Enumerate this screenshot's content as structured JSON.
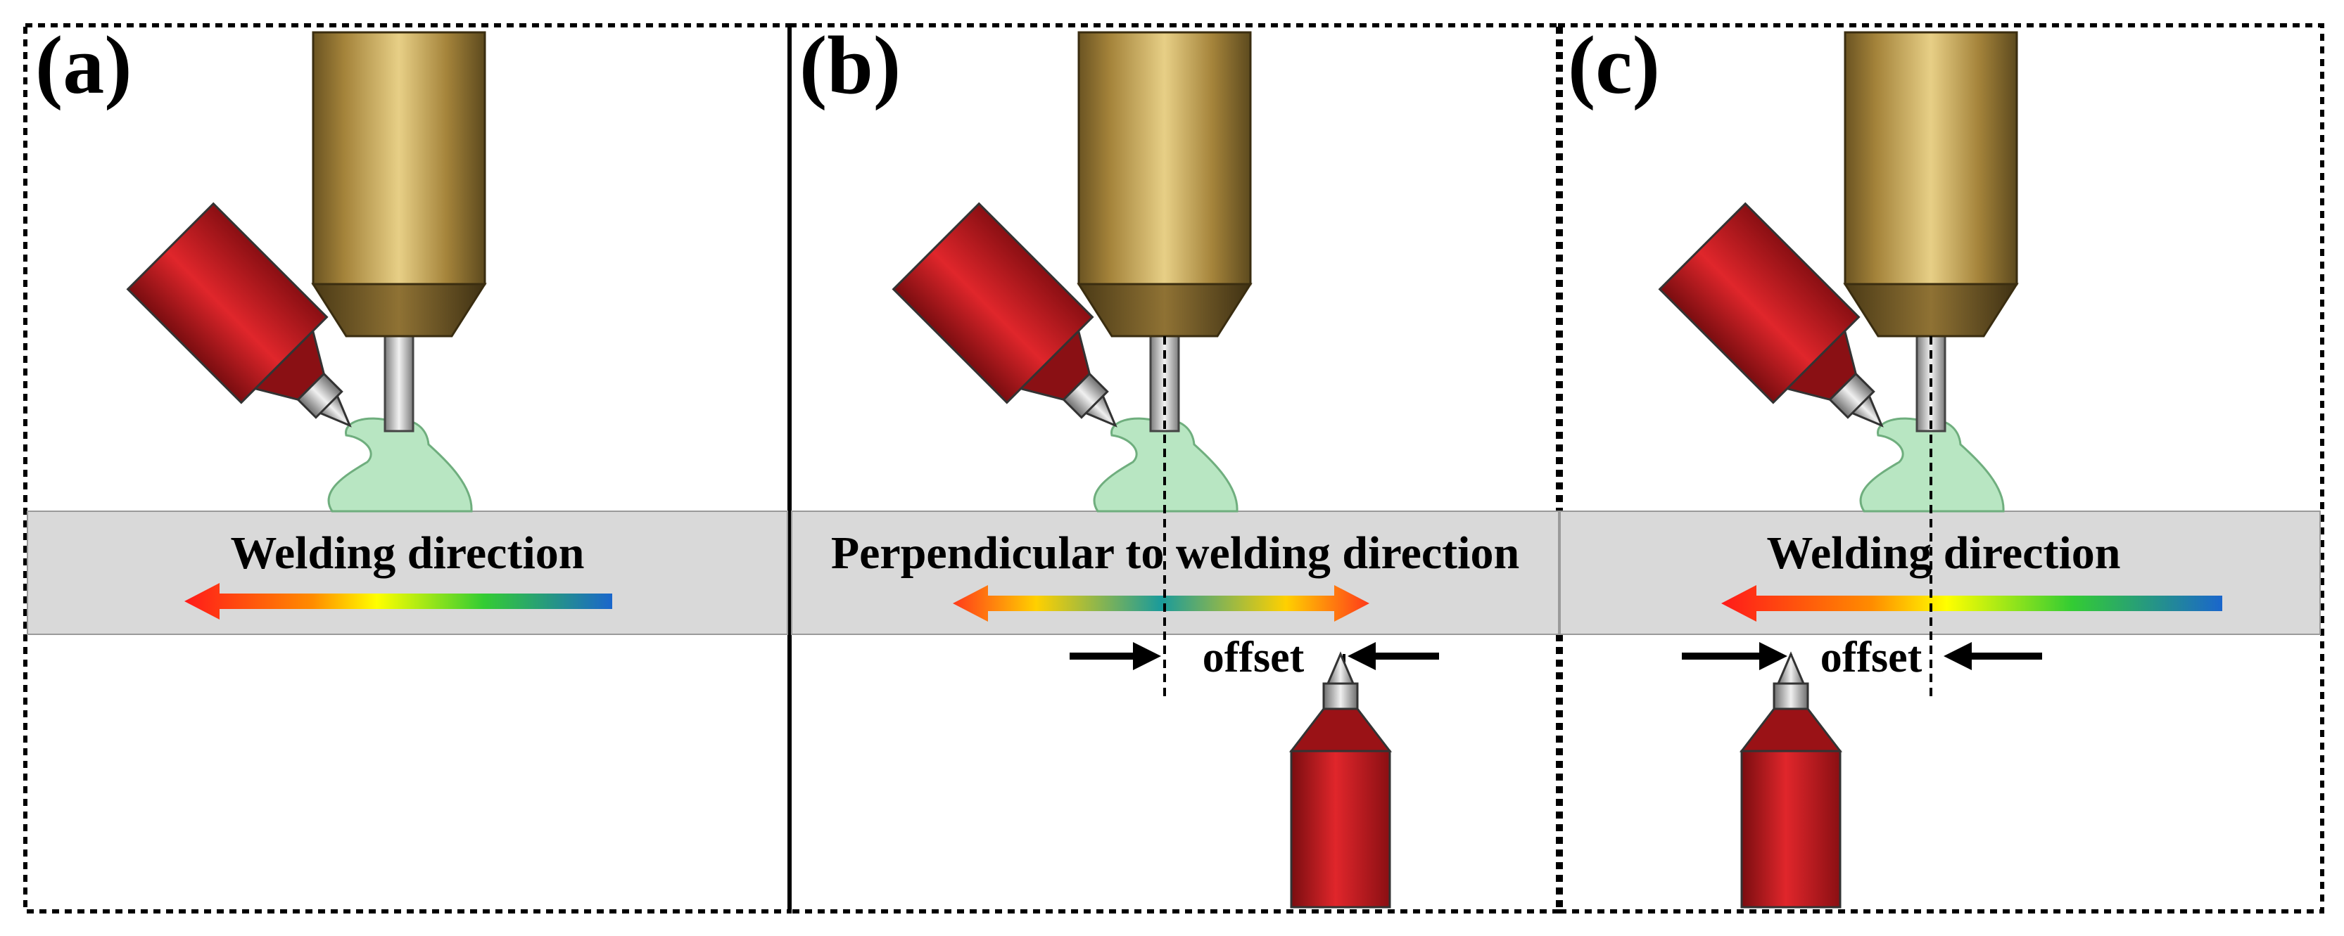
{
  "panels": [
    {
      "label": "(a)",
      "direction_text": "Welding direction"
    },
    {
      "label": "(b)",
      "direction_text": "Perpendicular to welding direction",
      "offset_text": "offset"
    },
    {
      "label": "(c)",
      "direction_text": "Welding direction",
      "offset_text": "offset"
    }
  ],
  "colors": {
    "plate": "#d9d9d9",
    "nozzle": "#b08a3a",
    "laser": "#c0161c",
    "wire": "#b8b8b8",
    "melt_pool": "#b8e6c2",
    "gradient": [
      "#ff1a1a",
      "#ff8c00",
      "#ffff00",
      "#33cc33",
      "#1a66cc"
    ],
    "arrow": "#000000"
  },
  "icons": [
    "laser-head-icon",
    "nozzle-icon",
    "wire-icon",
    "melt-pool-icon",
    "direction-arrow-icon",
    "offset-arrow-icon"
  ]
}
